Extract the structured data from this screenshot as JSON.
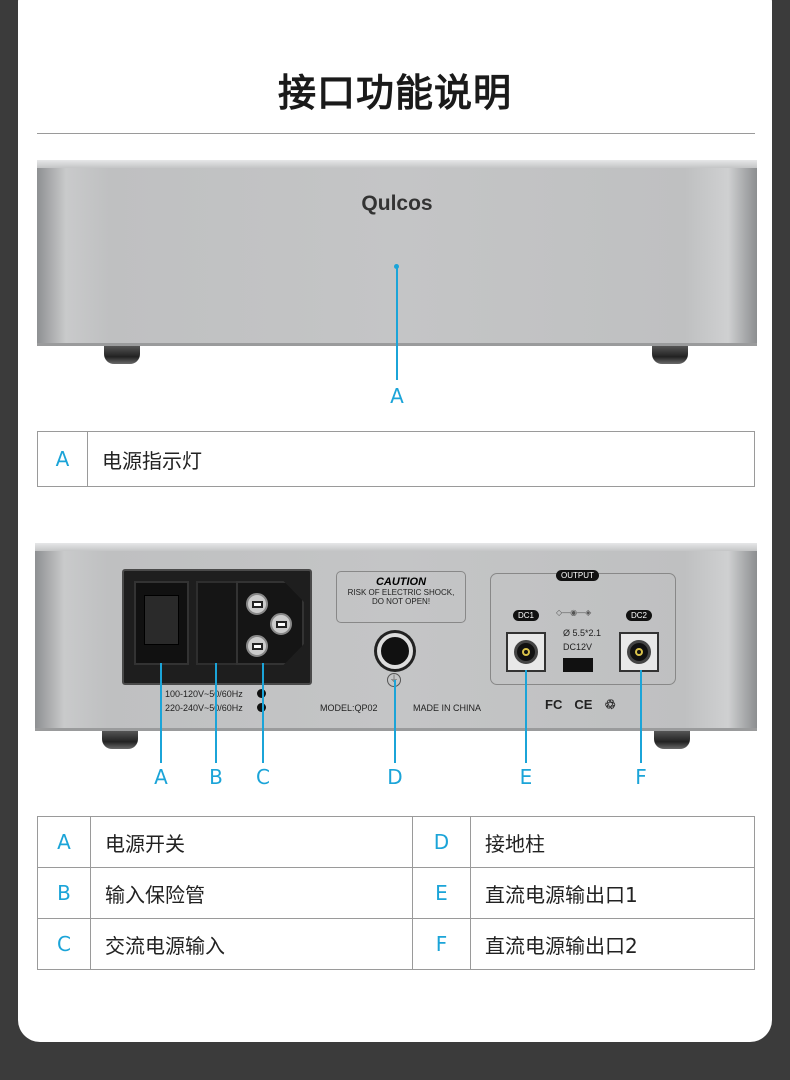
{
  "title": "接口功能说明",
  "front": {
    "brand": "Qulcos",
    "pointer_label": "A",
    "table": [
      {
        "key": "A",
        "desc": "电源指示灯"
      }
    ]
  },
  "back": {
    "caution_title": "CAUTION",
    "caution_text1": "RISK OF ELECTRIC SHOCK,",
    "caution_text2": "DO NOT OPEN!",
    "voltage1": "100-120V~50/60Hz",
    "voltage2": "220-240V~50/60Hz",
    "model": "MODEL:QP02",
    "made_in": "MADE IN CHINA",
    "output_label": "OUTPUT",
    "dc1": "DC1",
    "dc2": "DC2",
    "size": "Ø 5.5*2.1",
    "dc12v": "DC12V",
    "certs": [
      "FC",
      "CE",
      "♲"
    ],
    "pointer_labels": [
      "A",
      "B",
      "C",
      "D",
      "E",
      "F"
    ],
    "table": [
      {
        "key": "A",
        "desc": "电源开关",
        "key2": "D",
        "desc2": "接地柱"
      },
      {
        "key": "B",
        "desc": "输入保险管",
        "key2": "E",
        "desc2": "直流电源输出口1"
      },
      {
        "key": "C",
        "desc": "交流电源输入",
        "key2": "F",
        "desc2": "直流电源输出口2"
      }
    ]
  },
  "colors": {
    "accent": "#1ba4d8",
    "background": "#3b3b3b"
  }
}
